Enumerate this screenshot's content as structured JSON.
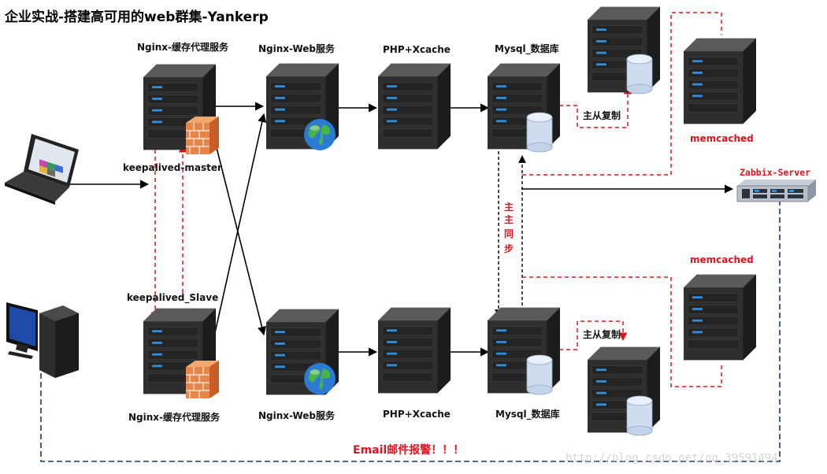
{
  "title": "企业实战-搭建高可用的web群集-Yankerp",
  "labels": {
    "nginx_proxy_top": "Nginx-缓存代理服务",
    "nginx_web_top": "Nginx-Web服务",
    "php_top": "PHP+Xcache",
    "mysql_top": "Mysql_数据库",
    "keepalived_master": "keepalived-master",
    "keepalived_slave": "keepalived_Slave",
    "nginx_proxy_bottom": "Nginx-缓存代理服务",
    "nginx_web_bottom": "Nginx-Web服务",
    "php_bottom": "PHP+Xcache",
    "mysql_bottom": "Mysql_数据库",
    "replication_top": "主从复制",
    "replication_bottom": "主从复制",
    "memcached_top": "memcached",
    "memcached_bottom": "memcached",
    "zabbix": "Zabbix-Server",
    "sync_chars": [
      "主",
      "主",
      "同",
      "步"
    ],
    "email_alert": "Email邮件报警！！！",
    "watermark": "http://blog.csdn.net/qq_39591494"
  },
  "colors": {
    "accent_red": "#e0141e",
    "dashed_blue": "#1f3868",
    "server_dark": "#2b2b2b",
    "server_led": "#2f8fe0"
  },
  "icons": [
    "laptop-icon",
    "monitor-icon",
    "server-icon",
    "firewall-icon",
    "globe-icon",
    "database-icon",
    "rack-server-icon"
  ]
}
